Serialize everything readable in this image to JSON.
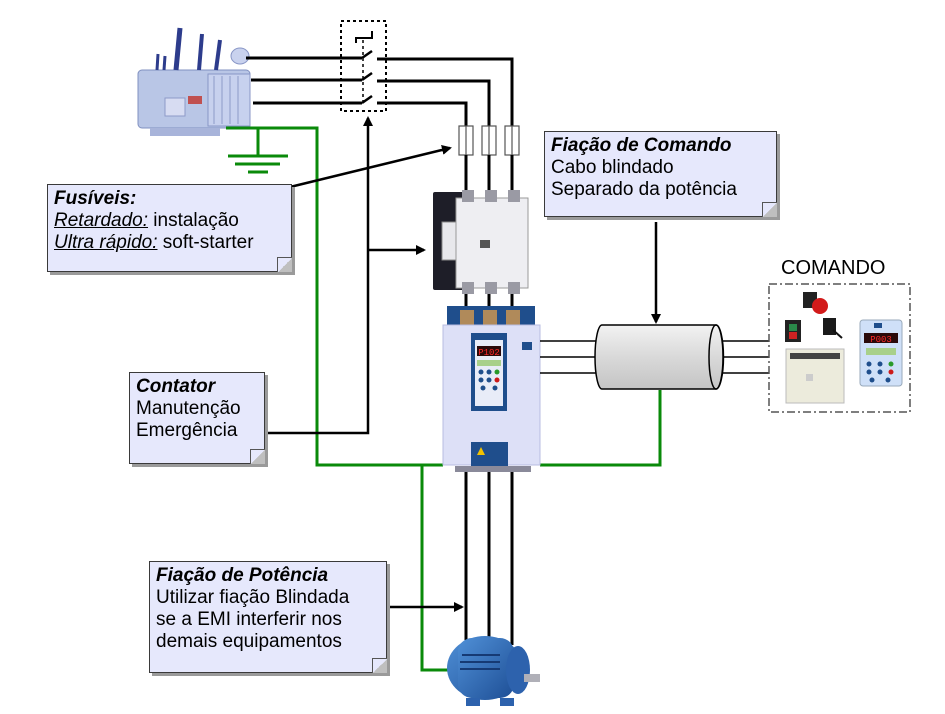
{
  "diagram": {
    "title_label": "COMANDO",
    "components": {
      "transformer": "transformer",
      "disconnect_switch": "disconnect-switch",
      "fuses": [
        "fuse",
        "fuse",
        "fuse"
      ],
      "contactor": "contactor",
      "soft_starter": {
        "display": "P102"
      },
      "shielded_cable": "shielded-cable",
      "motor": "motor",
      "command_panel": {
        "hmi_display": "P003"
      }
    },
    "colors": {
      "ground_wire": "#0a8a0a",
      "power_wire": "#000000",
      "note_fill": "#e6e8fc",
      "device_body": "#dde0f7",
      "device_blue": "#1f4e8c"
    }
  },
  "notes": {
    "fusiveis": {
      "title": "Fusíveis:",
      "line1_label": "Retardado:",
      "line1_text": " instalação",
      "line2_label": "Ultra rápido:",
      "line2_text": " soft-starter"
    },
    "comando": {
      "title": "Fiação de Comando",
      "line1": "Cabo blindado",
      "line2": "Separado da potência"
    },
    "contator": {
      "title": "Contator",
      "line1": "Manutenção",
      "line2": "Emergência"
    },
    "potencia": {
      "title": "Fiação de Potência",
      "line1": "Utilizar fiação Blindada",
      "line2": "se a EMI interferir nos",
      "line3": "demais equipamentos"
    }
  }
}
